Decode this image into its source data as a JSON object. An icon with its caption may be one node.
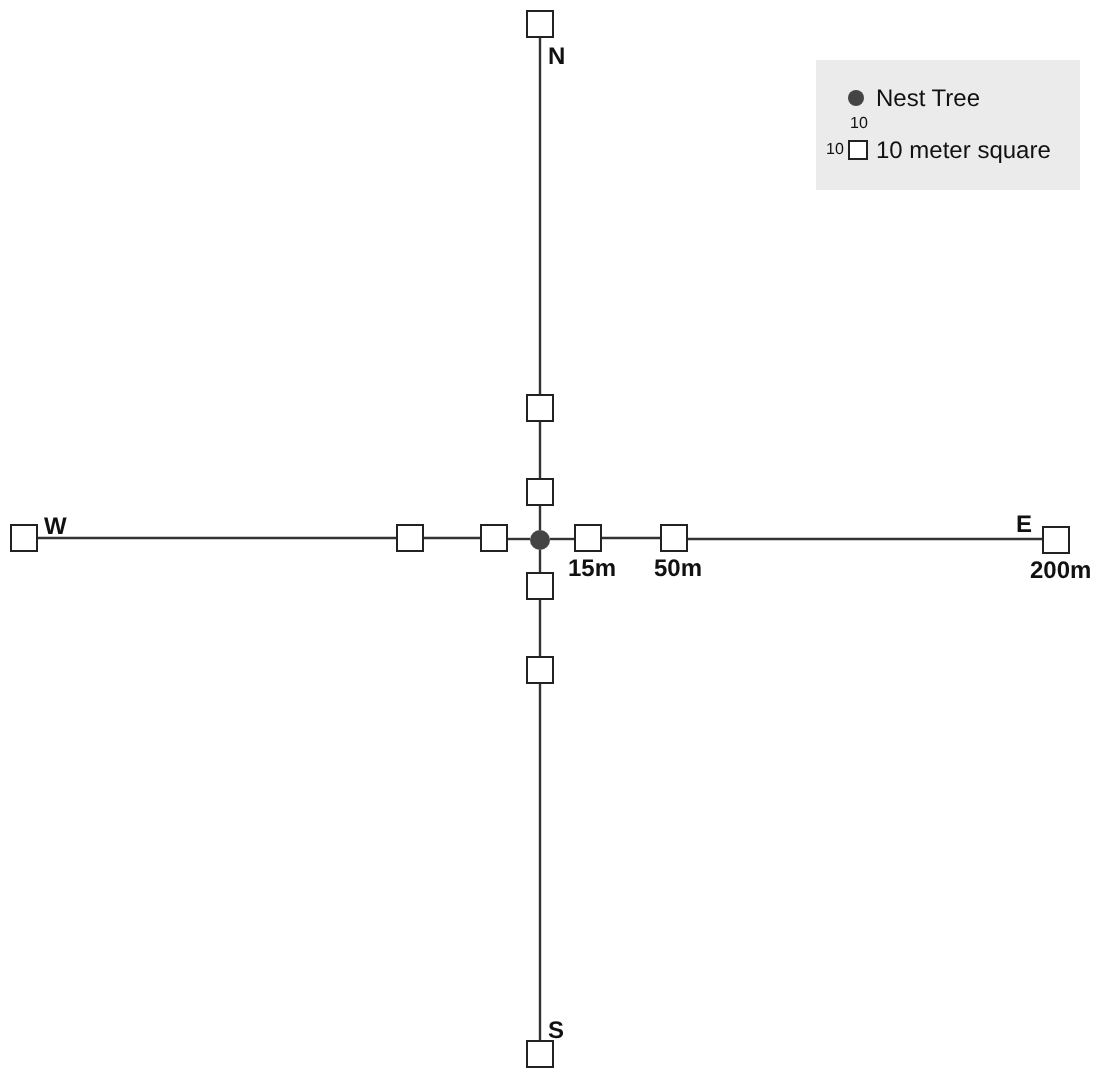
{
  "diagram": {
    "nodes": [
      {
        "text": [],
        "shape": "box",
        "beside": [
          "N"
        ]
      },
      {
        "text": [],
        "shape": "box"
      },
      {
        "text": [],
        "shape": "box"
      },
      {
        "text": [],
        "shape": "box",
        "beside": [
          "W"
        ]
      },
      {
        "text": [],
        "shape": "box"
      },
      {
        "text": [],
        "shape": "box"
      },
      {
        "text": [],
        "shape": "circle"
      },
      {
        "text": [],
        "shape": "box",
        "beside": [
          "15m"
        ]
      },
      {
        "text": [],
        "shape": "box",
        "beside": [
          "50m"
        ]
      },
      {
        "text": [],
        "shape": "box",
        "beside": [
          "E",
          "200m"
        ]
      },
      {
        "text": [],
        "shape": "box"
      },
      {
        "text": [],
        "shape": "box"
      },
      {
        "text": [],
        "shape": "box",
        "beside": [
          "S"
        ]
      }
    ],
    "edges": [
      {
        "from": 6,
        "to": 2,
        "arrow": "none"
      },
      {
        "from": 2,
        "to": 1,
        "arrow": "none"
      },
      {
        "from": 1,
        "to": 0,
        "arrow": "none"
      },
      {
        "from": 6,
        "to": 5,
        "arrow": "none"
      },
      {
        "from": 5,
        "to": 4,
        "arrow": "none"
      },
      {
        "from": 4,
        "to": 3,
        "arrow": "none"
      },
      {
        "from": 6,
        "to": 7,
        "arrow": "none"
      },
      {
        "from": 7,
        "to": 8,
        "arrow": "none"
      },
      {
        "from": 8,
        "to": 9,
        "arrow": "none"
      },
      {
        "from": 6,
        "to": 10,
        "arrow": "none"
      },
      {
        "from": 10,
        "to": 11,
        "arrow": "none"
      },
      {
        "from": 11,
        "to": 12,
        "arrow": "none"
      }
    ],
    "labels": [
      "10",
      "10"
    ],
    "legend": [
      {
        "text": "Nest Tree"
      },
      {
        "text": "10 meter square"
      }
    ]
  }
}
